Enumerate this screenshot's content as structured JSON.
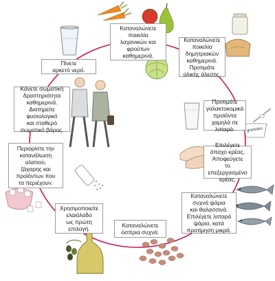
{
  "colors": {
    "ring": "#c2185b",
    "box_border": "#9a9a9a",
    "carrot": "#f08a24",
    "tomato": "#d93a2b",
    "pear": "#9cc23c",
    "cabbage": "#c8e08a",
    "oil": "#d6c96a",
    "beans": "#c98a7a",
    "fish": "#7f8a96"
  },
  "items": [
    {
      "id": "veg",
      "text": "Καταναλώνετε\nποικιλία\nλαχανικών και\nφρούτων\nκαθημερινά.",
      "icons": [
        "carrot-icon",
        "tomato-icon",
        "pear-icon",
        "cabbage-icon"
      ]
    },
    {
      "id": "grain",
      "text": "Καταναλώνετε\nποικιλία\nδημητριακών\nκαθημερινά.\nΠροτιμάτε\nολικής άλεσης.",
      "icons": [
        "bread-icon",
        "flour-jar-icon"
      ]
    },
    {
      "id": "dairy",
      "text": "Προτιμάτε\nγαλακτοκομικά\nπροϊόντα\nχαμηλά σε\nλιπαρά.",
      "icons": [
        "milk-glass-icon",
        "yogurt-cup-icon"
      ]
    },
    {
      "id": "meat",
      "text": "Επιλέγετε\nάπαχο κρέας.\nΑποφεύγετε\nτο επεξεργασμένο\nκρέας.",
      "icons": [
        "meat-fillet-icon"
      ]
    },
    {
      "id": "fish",
      "text": "Καταναλώνετε\nσυχνά ψάρια\nκαι θαλασσινά.\nΕπιλέγετε λιπαρά\nψάρια, κατά\nπροτίμηση μικρά.",
      "icons": [
        "fish-icon"
      ]
    },
    {
      "id": "legumes",
      "text": "Καταναλώνετε\nόσπρια συχνά.",
      "icons": [
        "beans-icon"
      ]
    },
    {
      "id": "oil",
      "text": "Χρησιμοποιείτε\nελαιόλαδο\nως πρώτη\nεπιλογή.",
      "icons": [
        "olive-oil-bottle-icon",
        "olives-icon"
      ]
    },
    {
      "id": "salt",
      "text": "Περιορίστε την\nκατανάλωση\nαλατιού,\nζάχαρης και\nπροϊόντων που\nτα περιέχουν.",
      "icons": [
        "salt-shaker-icon",
        "sugar-cubes-icon"
      ]
    },
    {
      "id": "activity",
      "text": "Κάνετε σωματική\nδραστηριότητα\nκαθημερινά.\nΔιατηρείτε\nφυσιολογικό\nκαι σταθερό\nσωματικό βάρος.",
      "icons": [
        "walking-couple-icon"
      ]
    },
    {
      "id": "water",
      "text": "Πίνετε\nαρκετό νερό.",
      "icons": [
        "water-glass-icon"
      ]
    }
  ],
  "jar_label": "granules"
}
